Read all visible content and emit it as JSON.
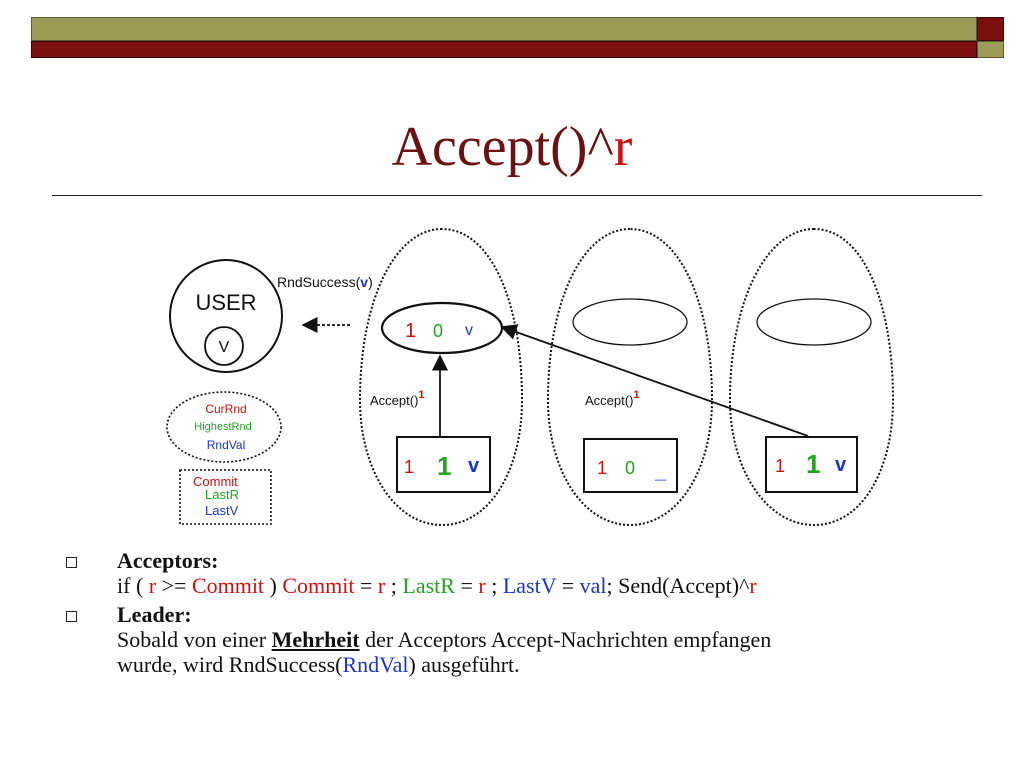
{
  "slide": {
    "title_main": "Accept()^",
    "title_var": "r"
  },
  "diagram": {
    "user_label": "USER",
    "user_chevron": "V",
    "rnd_success_prefix": "RndSuccess(",
    "rnd_success_v": "v",
    "rnd_success_suffix": ")",
    "var_currnd": "CurRnd",
    "var_highestrnd": "HighestRnd",
    "var_rndval": "RndVal",
    "var_commit": "Commit",
    "var_lastr": "LastR",
    "var_lastv": "LastV",
    "leader_vals": [
      "1",
      "0",
      "v"
    ],
    "accept_label": "Accept()",
    "accept_sup": "1",
    "acceptor1": [
      "1",
      "1",
      "v"
    ],
    "acceptor2": [
      "1",
      "0",
      "_"
    ],
    "acceptor3": [
      "1",
      "1",
      "v"
    ],
    "colors": {
      "red": "#cc1111",
      "green": "#22a322",
      "blue": "#1a35c8"
    }
  },
  "bullets": {
    "acceptors_heading": "Acceptors:",
    "acc_if": "if ( ",
    "acc_r1": "r",
    "acc_ge": " >= ",
    "acc_commit1": "Commit",
    "acc_close": " ) ",
    "acc_commit2": "Commit",
    "acc_eq1": " = ",
    "acc_r2": "r",
    "acc_semi1": " ; ",
    "acc_lastr": "LastR",
    "acc_eq2": " = ",
    "acc_r3": "r",
    "acc_semi2": " ; ",
    "acc_lastv": "LastV",
    "acc_eq3": " = ",
    "acc_val": "val",
    "acc_send": "; Send(Accept)^",
    "acc_r4": "r",
    "leader_heading": "Leader:",
    "leader_line1_a": "Sobald von einer ",
    "leader_line1_b": "Mehrheit",
    "leader_line1_c": " der Acceptors Accept-Nachrichten empfangen",
    "leader_line2_a": "wurde, wird RndSuccess(",
    "leader_line2_b": "RndVal",
    "leader_line2_c": ") ausgeführt."
  }
}
